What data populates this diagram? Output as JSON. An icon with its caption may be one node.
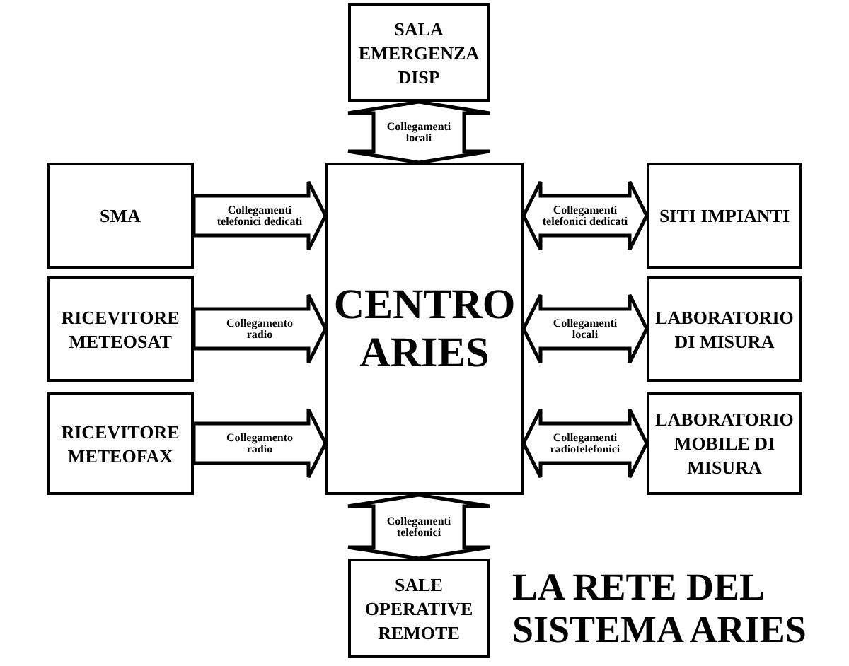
{
  "diagram": {
    "title": "LA RETE DEL SISTEMA ARIES",
    "nodes": [
      {
        "text": [
          "SALA EMERGENZA DISP"
        ]
      },
      {
        "text": [
          "SMA"
        ]
      },
      {
        "text": [
          "CENTRO ARIES"
        ]
      },
      {
        "text": [
          "SITI IMPIANTI"
        ]
      },
      {
        "text": [
          "RICEVITORE METEOSAT"
        ]
      },
      {
        "text": [
          "LABORATORIO DI MISURA"
        ]
      },
      {
        "text": [
          "RICEVITORE METEOFAX"
        ]
      },
      {
        "text": [
          "LABORATORIO MOBILE DI MISURA"
        ]
      },
      {
        "text": [
          "SALE OPERATIVE REMOTE"
        ]
      }
    ],
    "edges": [
      {
        "from": 0,
        "to": 2,
        "arrow": "both",
        "label": "Collegamenti locali"
      },
      {
        "from": 1,
        "to": 2,
        "arrow": "to",
        "label": "Collegamenti telefonici dedicati"
      },
      {
        "from": 2,
        "to": 3,
        "arrow": "both",
        "label": "Collegamenti telefonici dedicati"
      },
      {
        "from": 4,
        "to": 2,
        "arrow": "to",
        "label": "Collegamento radio"
      },
      {
        "from": 2,
        "to": 5,
        "arrow": "both",
        "label": "Collegamenti locali"
      },
      {
        "from": 6,
        "to": 2,
        "arrow": "to",
        "label": "Collegamento radio"
      },
      {
        "from": 2,
        "to": 7,
        "arrow": "both",
        "label": "Collegamenti radiotelefonici"
      },
      {
        "from": 2,
        "to": 8,
        "arrow": "both",
        "label": "Collegamenti telefonici"
      }
    ]
  }
}
